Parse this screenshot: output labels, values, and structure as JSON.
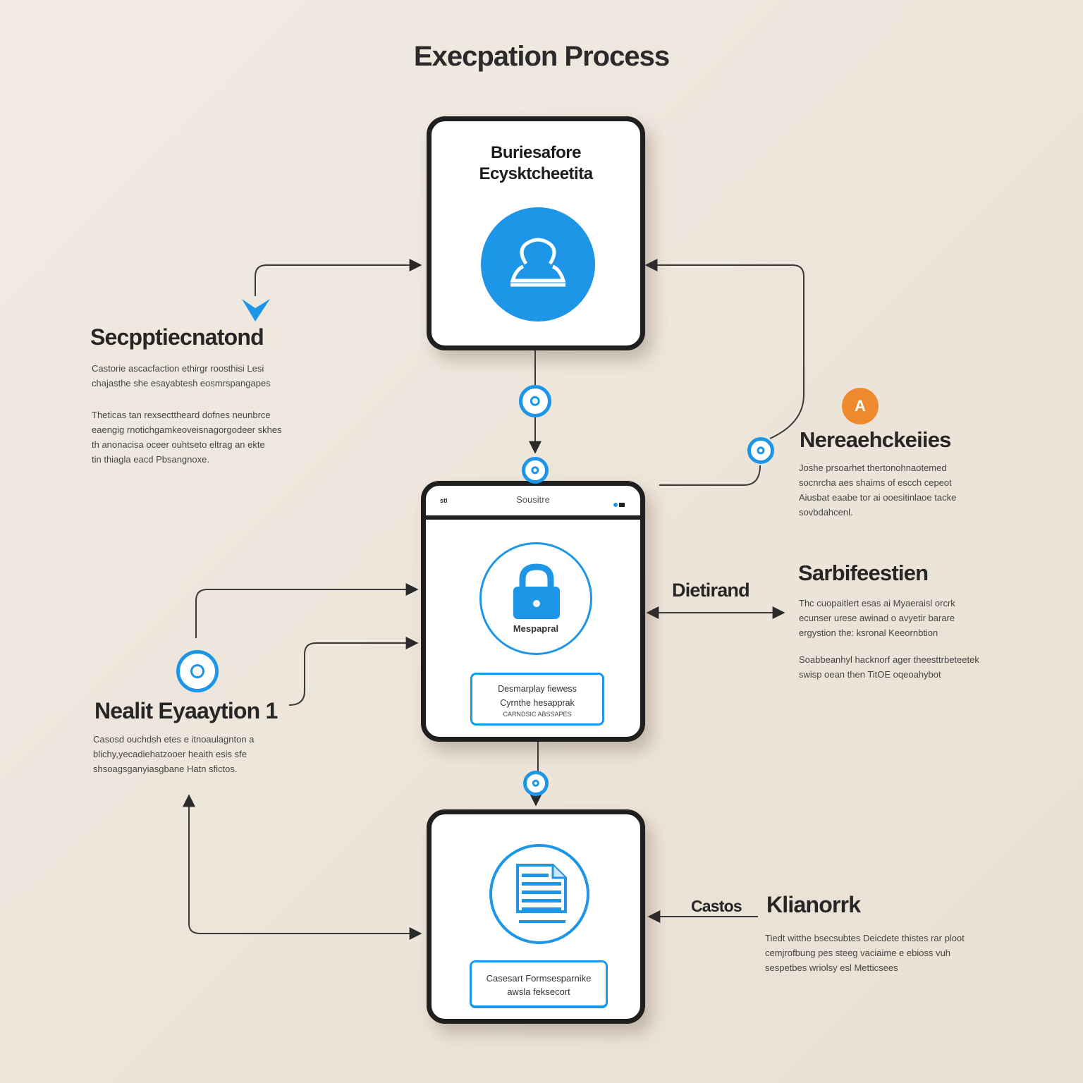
{
  "title": "Execpation Process",
  "card1": {
    "title_line1": "Buriesafore",
    "title_line2": "Ecysktcheetita"
  },
  "card2": {
    "status_left": "stl",
    "status_center": "Sousitre",
    "lock_label": "Mespapral",
    "box": {
      "line1": "Desmarplay fiewess",
      "line2": "Cyrnthe hesapprak",
      "line3": "CARNDSIC ABSSAPES"
    }
  },
  "card3": {
    "box": {
      "line1": "Casesart Formsesparnike",
      "line2": "awsla feksecort"
    }
  },
  "left_section_1": {
    "heading": "Secpptiecnatond",
    "para1": [
      "Castorie ascacfaction ethirgr roosthisi Lesi",
      "chajasthe she esayabtesh eosmrspangapes"
    ],
    "para2": [
      "Theticas tan rexsecttheard dofnes neunbrce",
      "eaengig rnotichgamkeoveisnagorgodeer skhes",
      "th anonacisa oceer ouhtseto eltrag an ekte",
      "tin thiagla eacd Pbsangnoxe."
    ]
  },
  "left_section_2": {
    "heading": "Nealit Eyaaytion 1",
    "para": [
      "Casosd ouchdsh etes e itnoaulagnton a",
      "blichy,yecadiehatzooer heaith esis sfe",
      "shsoagsganyiasgbane Hatn sfictos."
    ]
  },
  "right_section_1": {
    "heading": "Nereaehckeiies",
    "para": [
      "Joshe prsoarhet thertonohnaotemed",
      "socnrcha aes shaims of escch cepeot",
      "Aiusbat eaabe tor ai ooesitinlaoe tacke",
      "sovbdahcenl."
    ]
  },
  "right_section_2": {
    "heading": "Sarbifeestien",
    "para1": [
      "Thc cuopaitlert esas ai Myaeraisl orcrk",
      "ecunser urese awinad o avyetir barare",
      "ergystion the: ksronal Keeornbtion"
    ],
    "para2": [
      "Soabbeanhyl hacknorf ager theesttrbeteetek",
      "swisp oean then TitOE oqeoahybot"
    ]
  },
  "label_middle": "Dietirand",
  "label_bottom_small": "Castos",
  "label_bottom_large": "Klianorrk",
  "right_section_3": {
    "para": [
      "Tiedt witthe bsecsubtes Deicdete thistes rar ploot",
      "cemjrofbung pes steeg vaciaime e ebioss vuh",
      "sespetbes wriolsy esl Metticsees"
    ]
  },
  "badge_orange_glyph": "A",
  "colors": {
    "accent_blue": "#1e96e8",
    "accent_orange": "#f08a2e",
    "background": "#eee7dd",
    "outline": "#1f1f1f"
  }
}
